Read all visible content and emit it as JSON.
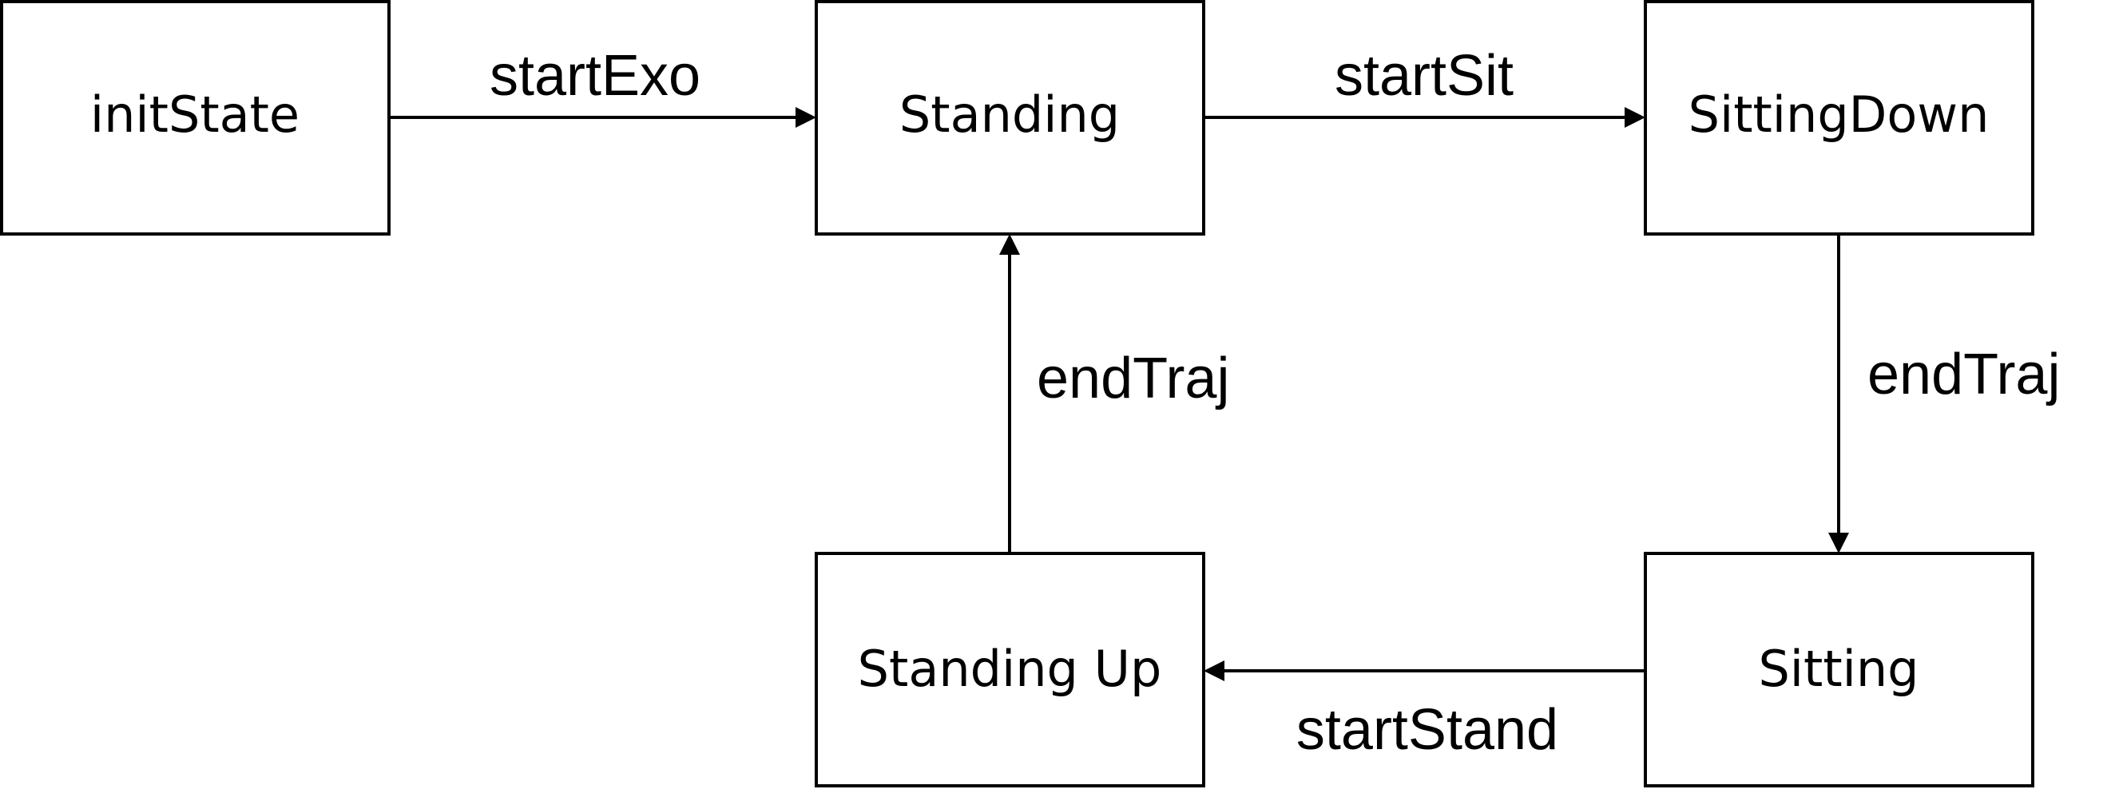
{
  "diagram": {
    "states": {
      "init": "initState",
      "standing": "Standing",
      "sitting_down": "SittingDown",
      "sitting": "Sitting",
      "standing_up": "Standing Up"
    },
    "transitions": {
      "init_to_standing": "startExo",
      "standing_to_sitting_down": "startSit",
      "sitting_down_to_sitting": "endTraj",
      "sitting_to_standing_up": "startStand",
      "standing_up_to_standing": "endTraj"
    },
    "colors": {
      "stroke": "#000000",
      "fill": "#ffffff"
    }
  }
}
